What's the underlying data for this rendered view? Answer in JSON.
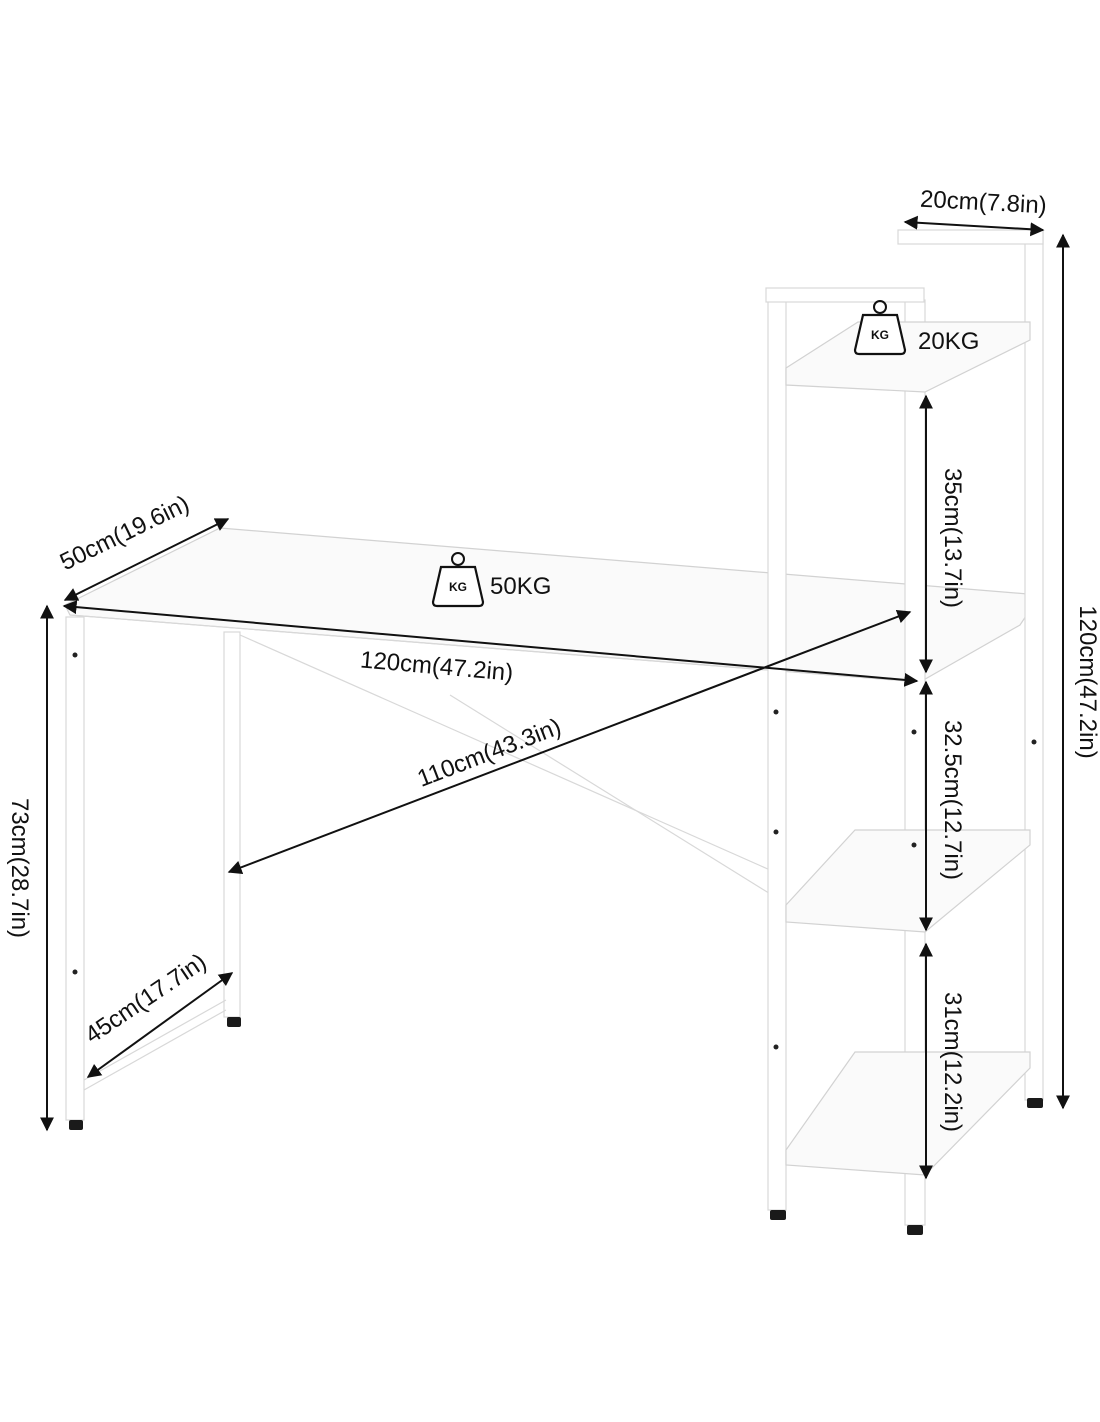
{
  "colors": {
    "background": "#ffffff",
    "dimension_lines": "#111111",
    "furniture_outline": "#d8d8d8",
    "feet": "#1a1a1a"
  },
  "weights": {
    "shelf_icon_name": "kg-weight-icon",
    "shelf_icon_text": "KG",
    "shelf_capacity": "20KG",
    "desk_icon_name": "kg-weight-icon",
    "desk_icon_text": "KG",
    "desk_capacity": "50KG"
  },
  "dimensions": {
    "shelf_width": "20cm(7.8in)",
    "total_height": "120cm(47.2in)",
    "top_shelf_gap": "35cm(13.7in)",
    "middle_shelf_gap": "32.5cm(12.7in)",
    "bottom_shelf_gap": "31cm(12.2in)",
    "desk_depth": "50cm(19.6in)",
    "desk_length": "120cm(47.2in)",
    "leg_span": "110cm(43.3in)",
    "desk_height": "73cm(28.7in)",
    "leg_depth": "45cm(17.7in)"
  }
}
